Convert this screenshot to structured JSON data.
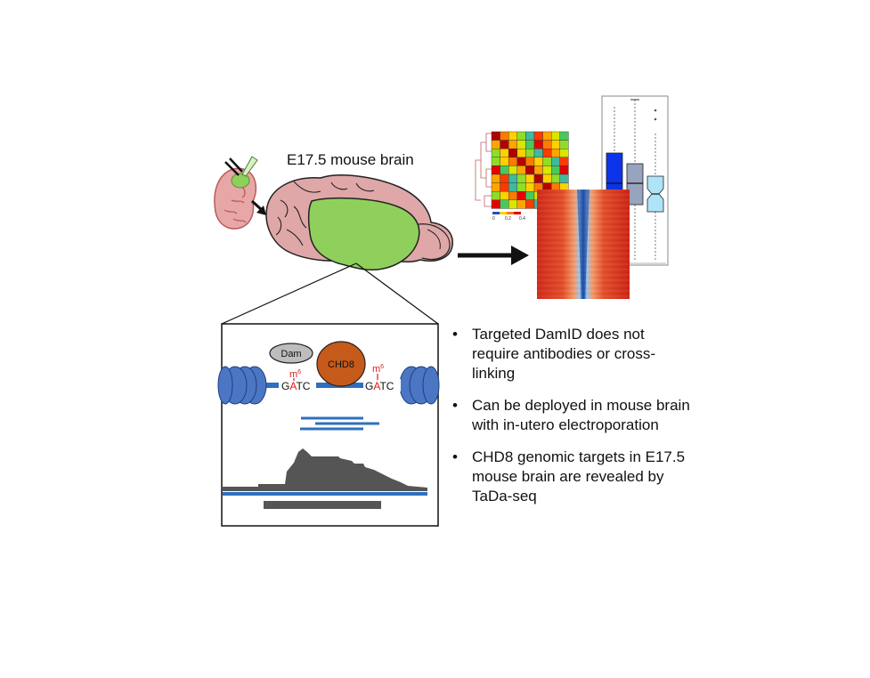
{
  "brain": {
    "title": "E17.5 mouse brain"
  },
  "damid": {
    "dam_label": "Dam",
    "chd8_label": "CHD8",
    "motif_left": {
      "pre": "G",
      "mod": "A",
      "post": "TC",
      "methyl": "m",
      "methyl_sup": "6"
    },
    "motif_right": {
      "pre": "G",
      "mod": "A",
      "post": "TC",
      "methyl": "m",
      "methyl_sup": "6"
    }
  },
  "heatmap": {
    "scale_ticks": [
      "0",
      "0.2",
      "0.4"
    ]
  },
  "bullets": [
    "Targeted DamID does not require antibodies or cross-linking",
    "Can be deployed in mouse brain with in-utero electroporation",
    "CHD8 genomic targets in E17.5 mouse brain are revealed by TaDa-seq"
  ],
  "colors": {
    "brain_pink": "#e0a7a8",
    "brain_green": "#8fd05c",
    "chd8_orange": "#c55a1a",
    "dam_gray": "#bdbdbd",
    "nucleosome_blue": "#4a76c4",
    "dna_blue": "#2f6fbf",
    "methyl_red": "#e01818",
    "peak_gray": "#555555"
  }
}
